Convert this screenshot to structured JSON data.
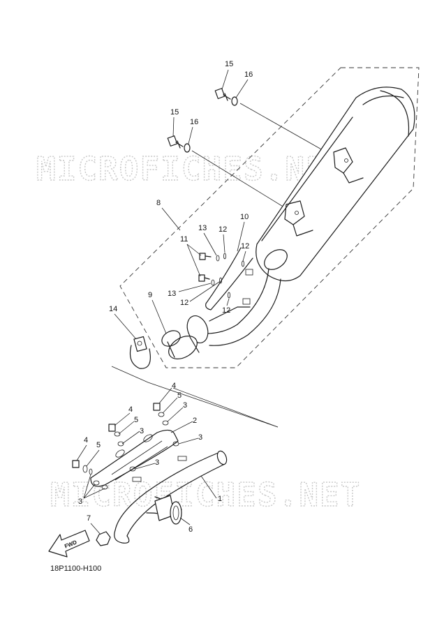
{
  "watermark": "MICROFICHES.NET",
  "diagram_code": "18P1100-H100",
  "forward_label": "FWD",
  "callouts": {
    "c1": "1",
    "c2": "2",
    "c3a": "3",
    "c3b": "3",
    "c3c": "3",
    "c3d": "3",
    "c3e": "3",
    "c4a": "4",
    "c4b": "4",
    "c4c": "4",
    "c5a": "5",
    "c5b": "5",
    "c5c": "5",
    "c6": "6",
    "c7": "7",
    "c8": "8",
    "c9": "9",
    "c10": "10",
    "c11": "11",
    "c12a": "12",
    "c12b": "12",
    "c12c": "12",
    "c12d": "12",
    "c13a": "13",
    "c13b": "13",
    "c14": "14",
    "c15a": "15",
    "c15b": "15",
    "c16a": "16",
    "c16b": "16"
  },
  "colors": {
    "line": "#1a1a1a",
    "watermark": "#c8c8c8",
    "background": "#ffffff"
  }
}
